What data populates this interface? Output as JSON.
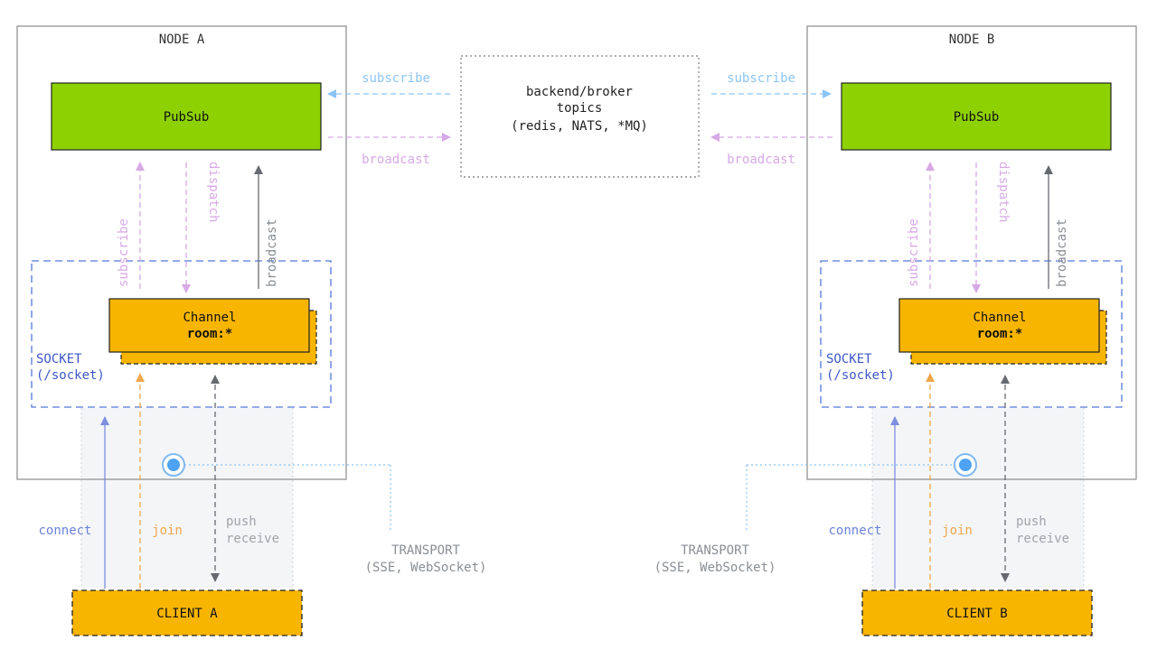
{
  "colors": {
    "pubsub_green": "#8ed100",
    "channel_orange": "#f8b500",
    "broker_border": "#7b7b7b",
    "subscribe_blue": "#8cc4f5",
    "broadcast_purple": "#d7a9e5",
    "socket_blue": "#5577d9",
    "join_orange": "#f0a64b",
    "gray_arrow": "#666a70",
    "transport_blue": "#4da3f2",
    "connect_blue": "#7d8fdf"
  },
  "broker": {
    "line1": "backend/broker",
    "line2": "topics",
    "line3": "(redis, NATS, *MQ)"
  },
  "nodes": [
    {
      "title": "NODE A",
      "pubsub": "PubSub",
      "channel_line1": "Channel",
      "channel_line2": "room:*",
      "socket_line1": "SOCKET",
      "socket_line2": "(/socket)",
      "client": "CLIENT A",
      "label_subscribe_vertical": "subscribe",
      "label_dispatch": "dispatch",
      "label_broadcast_vertical": "broadcast",
      "label_subscribe_broker": "subscribe",
      "label_broadcast_broker": "broadcast",
      "label_connect": "connect",
      "label_join": "join",
      "label_push": "push",
      "label_receive": "receive",
      "transport_line1": "TRANSPORT",
      "transport_line2": "(SSE, WebSocket)"
    },
    {
      "title": "NODE B",
      "pubsub": "PubSub",
      "channel_line1": "Channel",
      "channel_line2": "room:*",
      "socket_line1": "SOCKET",
      "socket_line2": "(/socket)",
      "client": "CLIENT B",
      "label_subscribe_vertical": "subscribe",
      "label_dispatch": "dispatch",
      "label_broadcast_vertical": "broadcast",
      "label_subscribe_broker": "subscribe",
      "label_broadcast_broker": "broadcast",
      "label_connect": "connect",
      "label_join": "join",
      "label_push": "push",
      "label_receive": "receive",
      "transport_line1": "TRANSPORT",
      "transport_line2": "(SSE, WebSocket)"
    }
  ]
}
